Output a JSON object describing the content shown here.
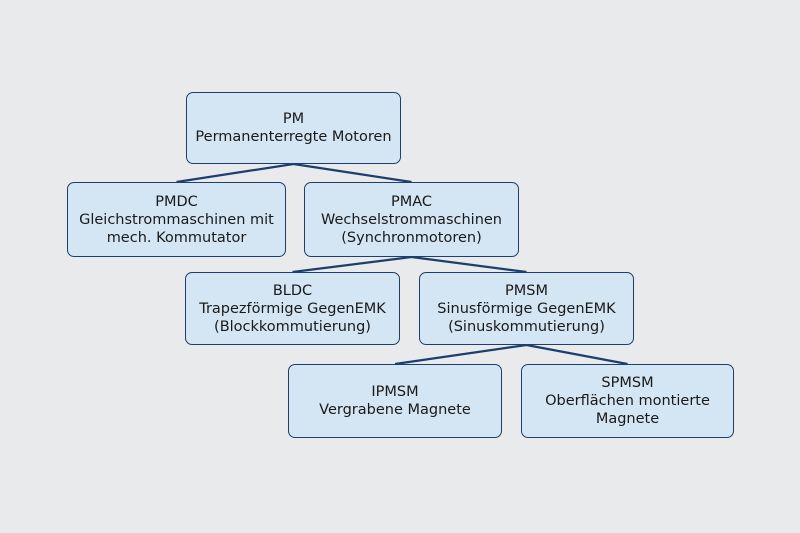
{
  "diagram": {
    "colors": {
      "background": "#e9eaec",
      "box_fill": "#d4e5f3",
      "box_border": "#1e3f6e",
      "line": "#1e3f6e"
    },
    "nodes": {
      "pm": {
        "lines": [
          "PM",
          "Permanenterregte Motoren"
        ]
      },
      "pmdc": {
        "lines": [
          "PMDC",
          "Gleichstrommaschinen mit",
          "mech. Kommutator"
        ]
      },
      "pmac": {
        "lines": [
          "PMAC",
          "Wechselstrommaschinen",
          "(Synchronmotoren)"
        ]
      },
      "bldc": {
        "lines": [
          "BLDC",
          "Trapezförmige GegenEMK",
          "(Blockkommutierung)"
        ]
      },
      "pmsm": {
        "lines": [
          "PMSM",
          "Sinusförmige GegenEMK",
          "(Sinuskommutierung)"
        ]
      },
      "ipmsm": {
        "lines": [
          "IPMSM",
          "Vergrabene Magnete"
        ]
      },
      "spmsm": {
        "lines": [
          "SPMSM",
          "Oberflächen montierte",
          "Magnete"
        ]
      }
    },
    "edges": [
      [
        "pm",
        "pmdc"
      ],
      [
        "pm",
        "pmac"
      ],
      [
        "pmac",
        "bldc"
      ],
      [
        "pmac",
        "pmsm"
      ],
      [
        "pmsm",
        "ipmsm"
      ],
      [
        "pmsm",
        "spmsm"
      ]
    ]
  }
}
